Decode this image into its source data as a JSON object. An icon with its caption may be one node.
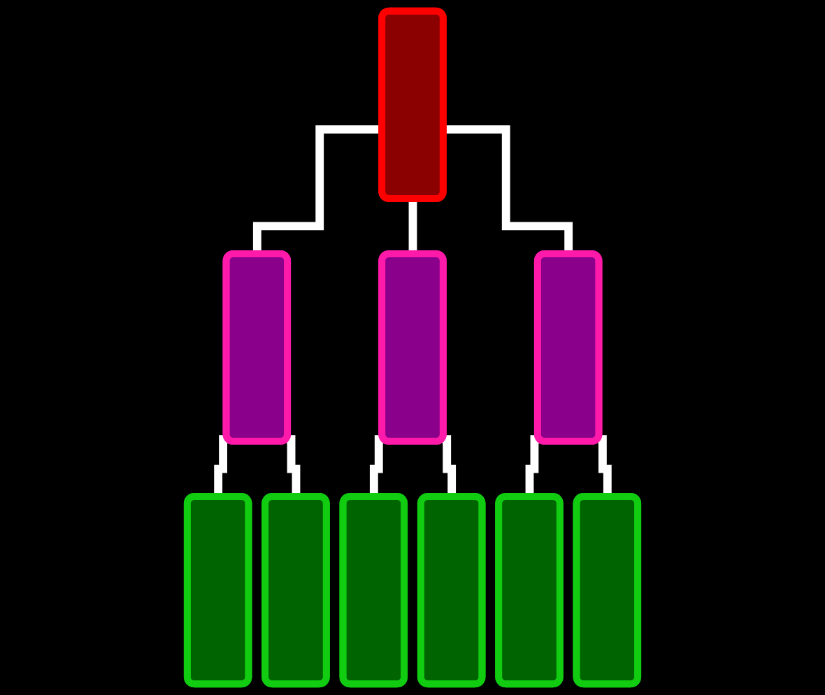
{
  "diagram": {
    "nodes": [
      {
        "text": [],
        "shape": "box"
      },
      {
        "text": [],
        "shape": "box"
      },
      {
        "text": [],
        "shape": "box"
      },
      {
        "text": [],
        "shape": "box"
      },
      {
        "text": [],
        "shape": "box"
      },
      {
        "text": [],
        "shape": "box"
      },
      {
        "text": [],
        "shape": "box"
      },
      {
        "text": [],
        "shape": "box"
      },
      {
        "text": [],
        "shape": "box"
      },
      {
        "text": [],
        "shape": "box"
      }
    ],
    "edges": [
      {
        "from": 0,
        "to": 1,
        "arrow": "none"
      },
      {
        "from": 0,
        "to": 2,
        "arrow": "none"
      },
      {
        "from": 0,
        "to": 3,
        "arrow": "none"
      },
      {
        "from": 1,
        "to": 4,
        "arrow": "none"
      },
      {
        "from": 1,
        "to": 5,
        "arrow": "none"
      },
      {
        "from": 2,
        "to": 6,
        "arrow": "none"
      },
      {
        "from": 2,
        "to": 7,
        "arrow": "none"
      },
      {
        "from": 3,
        "to": 8,
        "arrow": "none"
      },
      {
        "from": 3,
        "to": 9,
        "arrow": "none"
      }
    ]
  }
}
